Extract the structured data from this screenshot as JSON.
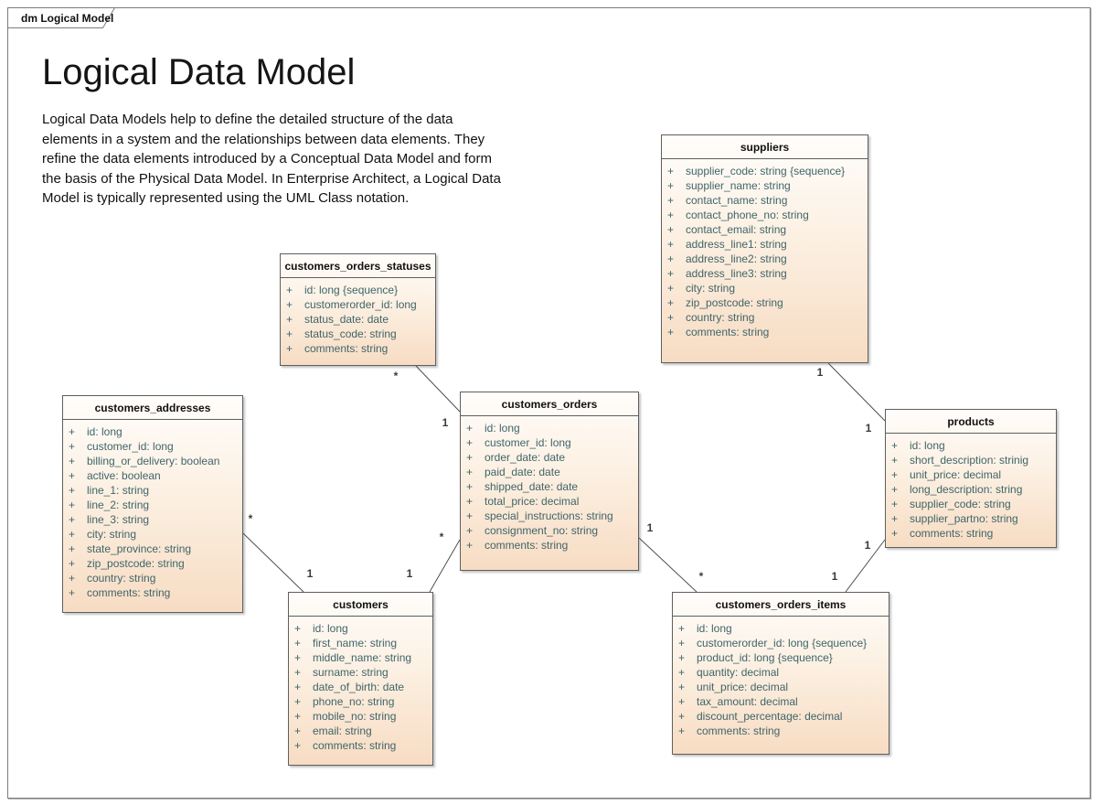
{
  "frame": {
    "tab_label": "dm Logical Model"
  },
  "header": {
    "title": "Logical Data Model",
    "description": "Logical Data Models help to define the detailed structure of the data elements in a system and the relationships between data elements. They refine the data elements introduced by a Conceptual Data Model and form the basis of the Physical Data Model. In Enterprise Architect, a Logical Data Model is typically represented using the UML Class notation."
  },
  "visibility_symbol": "+",
  "colors": {
    "entity_fill_top": "#fffdfb",
    "entity_fill_bottom": "#f7dcc3",
    "entity_border": "#5f5f5f",
    "attribute_text": "#40656a",
    "connector_line": "#4f4f4f",
    "frame_border": "#7c7c7c"
  },
  "entities": [
    {
      "id": "customers_orders_statuses",
      "name": "customers_orders_statuses",
      "attributes": [
        "id: long {sequence}",
        "customerorder_id: long",
        "status_date: date",
        "status_code: string",
        "comments: string"
      ]
    },
    {
      "id": "suppliers",
      "name": "suppliers",
      "attributes": [
        "supplier_code: string {sequence}",
        "supplier_name: string",
        "contact_name: string",
        "contact_phone_no: string",
        "contact_email: string",
        "address_line1: string",
        "address_line2: string",
        "address_line3: string",
        "city: string",
        "zip_postcode: string",
        "country: string",
        "comments: string"
      ]
    },
    {
      "id": "customers_addresses",
      "name": "customers_addresses",
      "attributes": [
        "id: long",
        "customer_id: long",
        "billing_or_delivery: boolean",
        "active: boolean",
        "line_1: string",
        "line_2: string",
        "line_3: string",
        "city: string",
        "state_province: string",
        "zip_postcode: string",
        "country: string",
        "comments: string"
      ]
    },
    {
      "id": "customers_orders",
      "name": "customers_orders",
      "attributes": [
        "id: long",
        "customer_id: long",
        "order_date: date",
        "paid_date: date",
        "shipped_date: date",
        "total_price: decimal",
        "special_instructions: string",
        "consignment_no: string",
        "comments: string"
      ]
    },
    {
      "id": "products",
      "name": "products",
      "attributes": [
        "id: long",
        "short_description: strinig",
        "unit_price: decimal",
        "long_description: string",
        "supplier_code: string",
        "supplier_partno: string",
        "comments: string"
      ]
    },
    {
      "id": "customers",
      "name": "customers",
      "attributes": [
        "id: long",
        "first_name: string",
        "middle_name: string",
        "surname: string",
        "date_of_birth: date",
        "phone_no: string",
        "mobile_no: string",
        "email: string",
        "comments: string"
      ]
    },
    {
      "id": "customers_orders_items",
      "name": "customers_orders_items",
      "attributes": [
        "id: long",
        "customerorder_id: long {sequence}",
        "product_id: long {sequence}",
        "quantity: decimal",
        "unit_price: decimal",
        "tax_amount: decimal",
        "discount_percentage: decimal",
        "comments: string"
      ]
    }
  ],
  "connections": [
    {
      "from": "customers_orders_statuses",
      "to": "customers_orders",
      "from_label": "*",
      "to_label": "1"
    },
    {
      "from": "suppliers",
      "to": "products",
      "from_label": "1",
      "to_label": "1"
    },
    {
      "from": "customers_addresses",
      "to": "customers",
      "from_label": "*",
      "to_label": "1"
    },
    {
      "from": "customers_orders",
      "to": "customers",
      "from_label": "*",
      "to_label": "1"
    },
    {
      "from": "customers_orders",
      "to": "customers_orders_items",
      "from_label": "1",
      "to_label": "*"
    },
    {
      "from": "products",
      "to": "customers_orders_items",
      "from_label": "1",
      "to_label": "1"
    }
  ]
}
